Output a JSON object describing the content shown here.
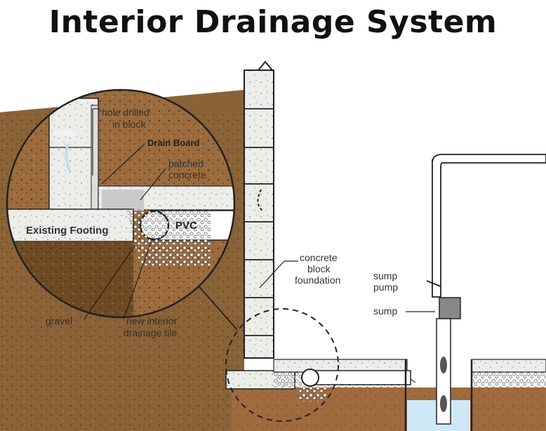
{
  "title": "Interior Drainage System",
  "labels": {
    "hole_drilled_1": "hole drilled",
    "hole_drilled_2": "in block",
    "water": "water",
    "drain_board": "Drain Board",
    "patched_1": "patched",
    "patched_2": "concrete",
    "existing_footing": "Existing Footing",
    "pvc": "PVC",
    "gravel": "gravel",
    "new_tile_1": "new interior",
    "new_tile_2": "drainage tile",
    "block_1": "concrete",
    "block_2": "block",
    "block_3": "foundation",
    "sump_pump_1": "sump",
    "sump_pump_2": "pump",
    "sump": "sump"
  },
  "colors": {
    "soil": "#8a6237",
    "soil_dark": "#6e4a25",
    "concrete": "#e8e8e4",
    "line": "#222222",
    "water": "#cfe8f5"
  }
}
